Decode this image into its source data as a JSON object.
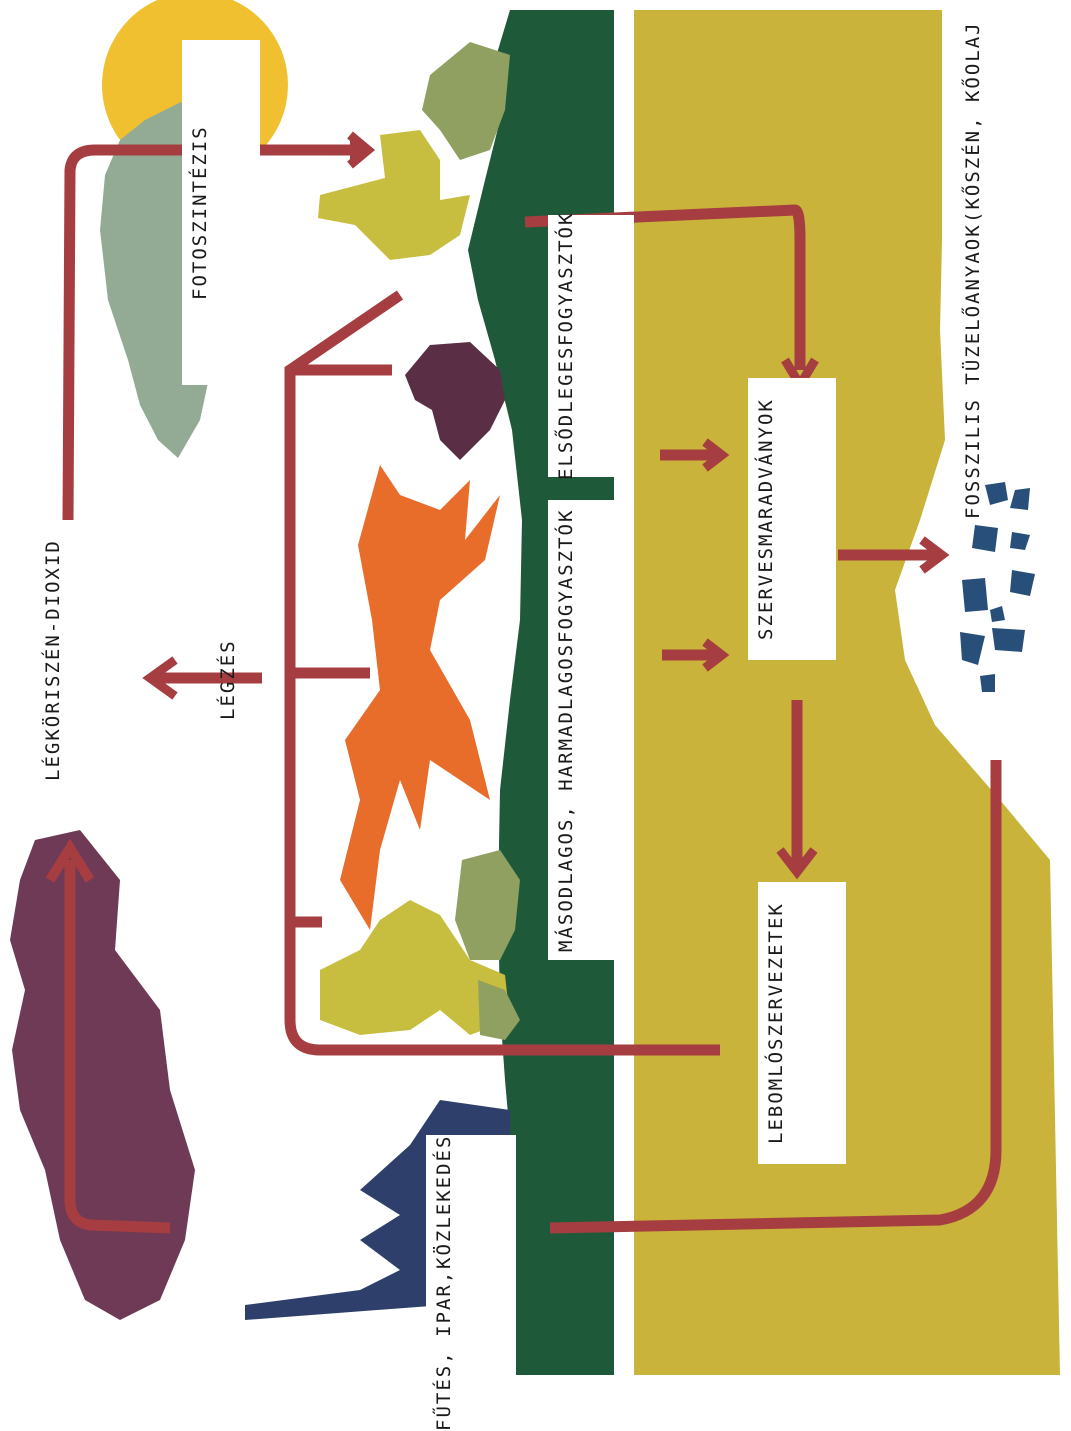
{
  "labels": {
    "photosynthesis": "FOTOSZINTÉZIS",
    "atmospheric_co2": [
      "LÉGKÖRI",
      "SZÉN-DIOXID"
    ],
    "respiration": "LÉGZÉS",
    "primary_consumers": [
      "ELSŐDLEGES",
      "FOGYASZTÓK"
    ],
    "secondary_consumers": [
      "MÁSODLAGOS, HARMADLAGOS",
      "FOGYASZTÓK"
    ],
    "organic_remains": [
      "SZERVES",
      "MARADVÁNYOK"
    ],
    "decomposers": [
      "LEBOMLÓ",
      "SZERVEZETEK"
    ],
    "fossil_fuels": [
      "FOSSZILIS TÜZELŐANYAOK",
      "(KŐSZÉN, KŐOLAJ"
    ],
    "human_activity": [
      "FŰTÉS, IPAR,",
      "KÖZLEKEDÉS"
    ]
  },
  "colors": {
    "arrow": "#a63d40",
    "soil": "#c9b33a",
    "grass": "#1e5a3a",
    "sun": "#f0c030",
    "cloud": "#93ab95",
    "smoke": "#6e3a55",
    "factory": "#2e3f6b",
    "fox": "#e86c2a",
    "bird": "#5a2f45",
    "plant_light": "#c7bd3f",
    "plant_sage": "#8fa060",
    "coal": "#274f7a"
  },
  "icons": [
    "sun-icon",
    "cloud-icon",
    "tree-icon",
    "bird-icon",
    "fox-icon",
    "smoke-icon",
    "factory-icon",
    "coal-icon"
  ]
}
